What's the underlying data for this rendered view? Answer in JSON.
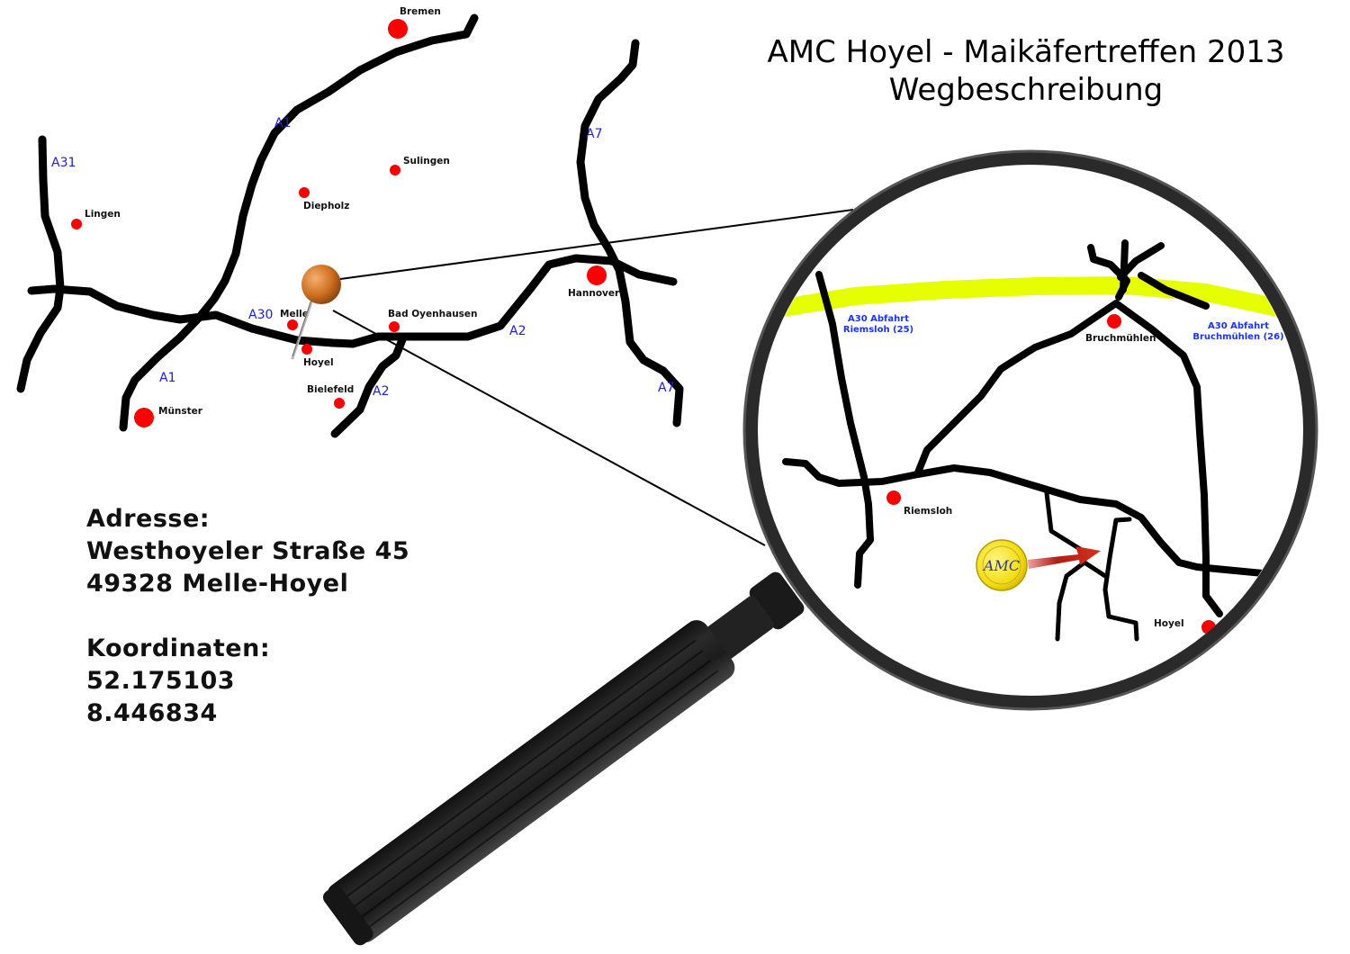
{
  "title": {
    "line1": "AMC Hoyel - Maikäfertreffen 2013",
    "line2": "Wegbeschreibung"
  },
  "address": {
    "heading": "Adresse:",
    "street": "Westhoyeler Straße 45",
    "city": "49328 Melle-Hoyel",
    "coords_heading": "Koordinaten:",
    "lat": "52.175103",
    "lon": "8.446834"
  },
  "overview_map": {
    "highways": {
      "a1_north": "A1",
      "a1_south": "A1",
      "a31": "A31",
      "a7_north": "A7",
      "a7_south": "A7",
      "a30": "A30",
      "a2_east": "A2",
      "a2_south": "A2"
    },
    "cities": {
      "bremen": "Bremen",
      "sulingen": "Sulingen",
      "diepholz": "Diepholz",
      "lingen": "Lingen",
      "hannover": "Hannover",
      "melle": "Melle",
      "hoyel": "Hoyel",
      "bad_oyenhausen": "Bad Oyenhausen",
      "bielefeld": "Bielefeld",
      "muenster": "Münster"
    },
    "pin_icon": "pushpin-icon"
  },
  "detail_map": {
    "exit_riemsloh": {
      "line1": "A30 Abfahrt",
      "line2": "Riemsloh (25)"
    },
    "exit_bruchmuehlen": {
      "line1": "A30 Abfahrt",
      "line2": "Bruchmühlen (26)"
    },
    "towns": {
      "bruchmuehlen": "Bruchmühlen",
      "riemsloh": "Riemsloh",
      "hoyel": "Hoyel"
    },
    "logo_icon": "amc-logo-icon",
    "colors": {
      "a30": "#e6ff00",
      "city": "#ff0000",
      "arrow": "#c0281c",
      "label": "#1a1aff"
    }
  }
}
